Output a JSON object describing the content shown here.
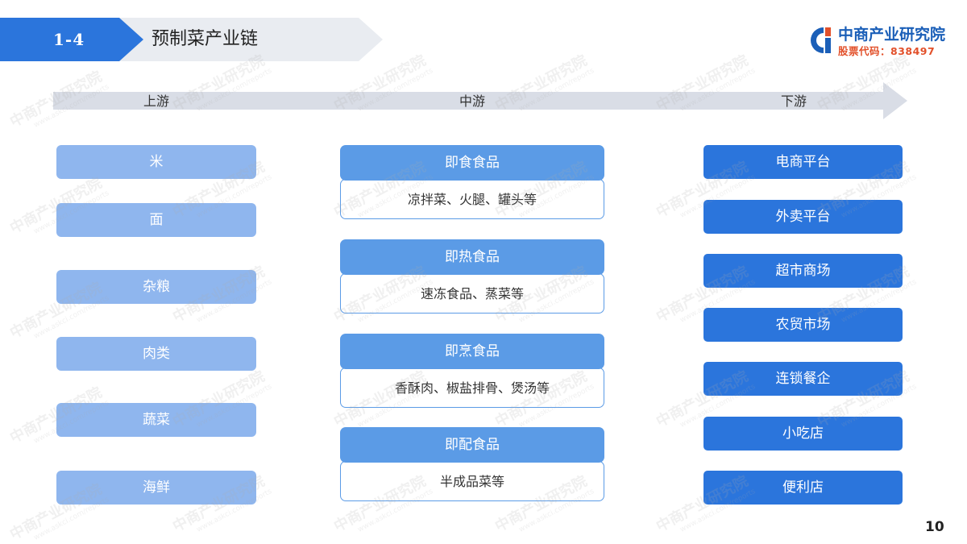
{
  "header": {
    "section_number": "1-4",
    "title": "预制菜产业链"
  },
  "logo": {
    "name": "中商产业研究院",
    "stock_code": "股票代码：838497"
  },
  "flow": {
    "stages": [
      "上游",
      "中游",
      "下游"
    ]
  },
  "upstream": {
    "items": [
      "米",
      "面",
      "杂粮",
      "肉类",
      "蔬菜",
      "海鲜"
    ]
  },
  "midstream": {
    "groups": [
      {
        "title": "即食食品",
        "detail": "凉拌菜、火腿、罐头等"
      },
      {
        "title": "即热食品",
        "detail": "速冻食品、蒸菜等"
      },
      {
        "title": "即烹食品",
        "detail": "香酥肉、椒盐排骨、煲汤等"
      },
      {
        "title": "即配食品",
        "detail": "半成品菜等"
      }
    ]
  },
  "downstream": {
    "items": [
      "电商平台",
      "外卖平台",
      "超市商场",
      "农贸市场",
      "连锁餐企",
      "小吃店",
      "便利店"
    ]
  },
  "page_number": "10",
  "watermark": {
    "text": "中商产业研究院",
    "url": "www.askci.com/reports"
  },
  "colors": {
    "header_band": "#2b75dc",
    "header_band_light": "#e9ecf1",
    "upstream_box": "#8fb6ee",
    "midstream_head": "#5b9be6",
    "downstream_box": "#2b75dc",
    "flow_arrow": "#d9dde6",
    "logo_blue": "#1b5fb8",
    "logo_red": "#e2502a"
  }
}
